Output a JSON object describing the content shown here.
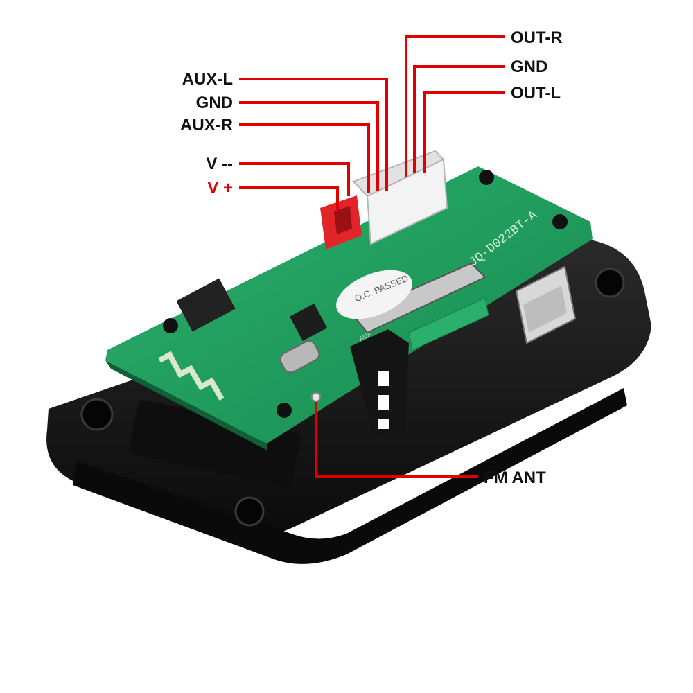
{
  "labels": {
    "out_r": "OUT-R",
    "gnd_out": "GND",
    "out_l": "OUT-L",
    "aux_l": "AUX-L",
    "gnd_aux": "GND",
    "aux_r": "AUX-R",
    "v_minus": "V --",
    "v_plus": "V +",
    "fm_ant": "FM ANT"
  },
  "board": {
    "model": "JQ-D022BT-A",
    "qc_sticker": "Q.C. PASSED",
    "aux_port": "AUX"
  },
  "colors": {
    "leader": "#e00000",
    "label_text": "#111111",
    "v_plus_text": "#e00000",
    "pcb": "#1f9a5e",
    "housing": "#151515"
  }
}
